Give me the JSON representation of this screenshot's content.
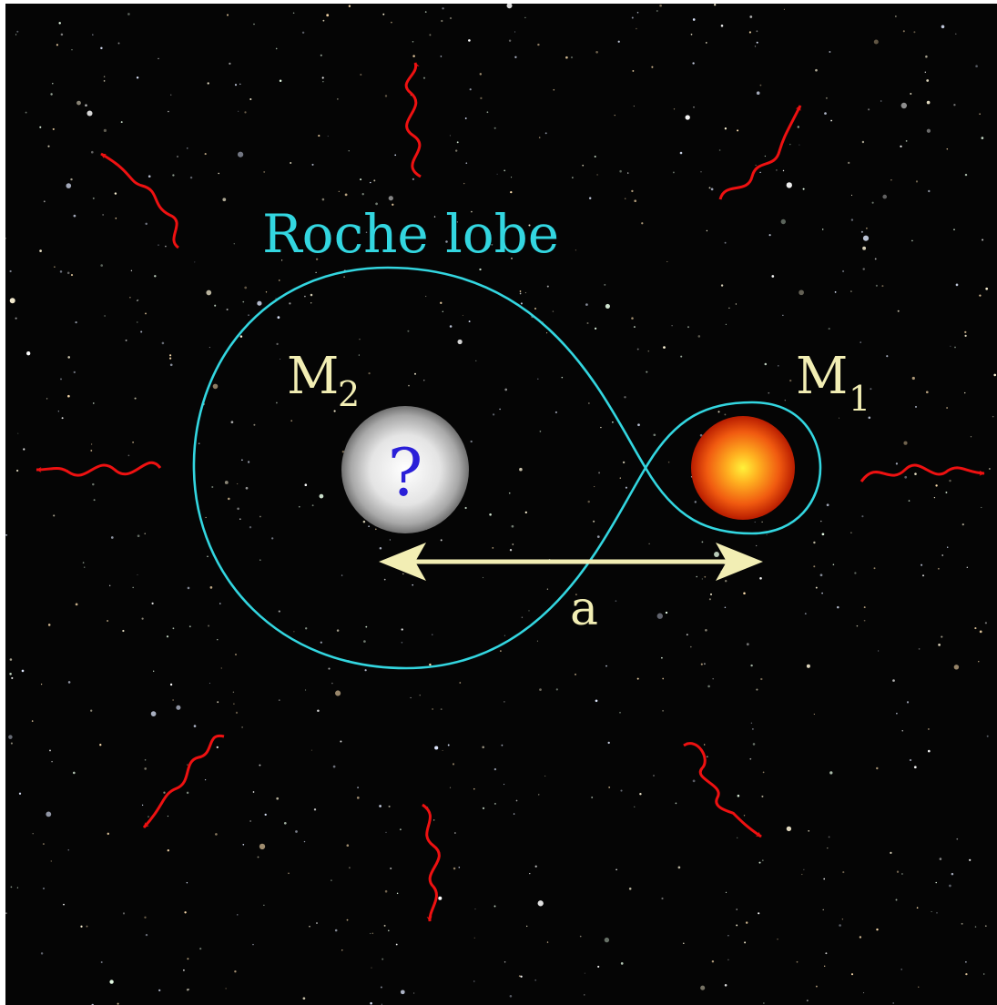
{
  "labels": {
    "roche_lobe": "Roche lobe",
    "mass_2_base": "M",
    "mass_2_sub": "2",
    "mass_1_base": "M",
    "mass_1_sub": "1",
    "separation": "a",
    "unknown_mark": "?"
  },
  "colors": {
    "background": "#050505",
    "roche_lobe": "#33d6e0",
    "labels": "#f2eeb4",
    "arrow": "#f2eeb4",
    "radiation": "#ee1111",
    "unknown_mark": "#2a1fd8",
    "star_core": "#ffe21a",
    "star_edge": "#c81e00",
    "compact_object": "#8a8a8a"
  },
  "icons": {
    "compact_object": "grey-sphere",
    "companion_star": "orange-star",
    "radiation": "wavy-arrow"
  }
}
